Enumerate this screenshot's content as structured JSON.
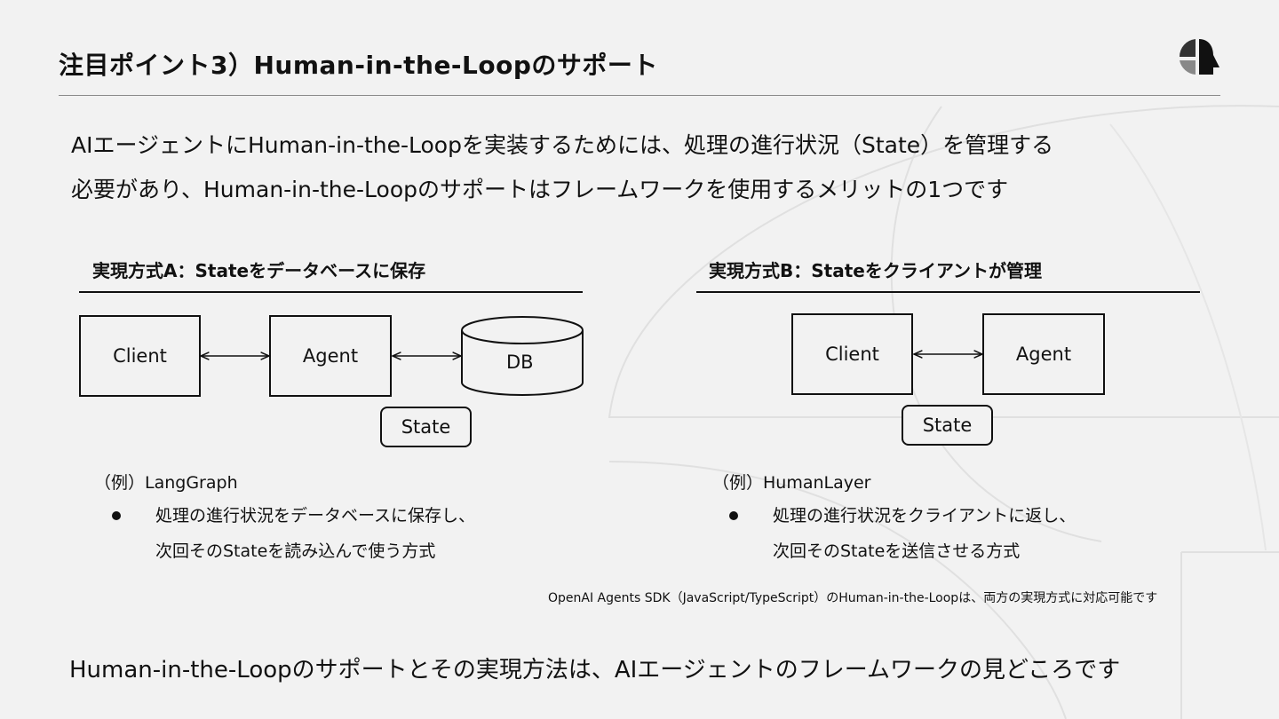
{
  "slide": {
    "title": "注目ポイント3）Human-in-the-Loopのサポート",
    "logo_icon": "brand-logo-icon",
    "lead_line1": "AIエージェントにHuman-in-the-Loopを実装するためには、処理の進行状況（State）を管理する",
    "lead_line2": "必要があり、Human-in-the-Loopのサポートはフレームワークを使用するメリットの1つです",
    "footnote": "OpenAI Agents SDK（JavaScript/TypeScript）のHuman-in-the-Loopは、両方の実現方式に対応可能です",
    "bottom_message": "Human-in-the-Loopのサポートとその実現方法は、AIエージェントのフレームワークの見どころです"
  },
  "method_a": {
    "heading": "実現方式A：Stateをデータベースに保存",
    "nodes": {
      "client": "Client",
      "agent": "Agent",
      "db": "DB",
      "state": "State"
    },
    "example": "（例）LangGraph",
    "bullet_line1": "処理の進行状況をデータベースに保存し、",
    "bullet_line2": "次回そのStateを読み込んで使う方式"
  },
  "method_b": {
    "heading": "実現方式B：Stateをクライアントが管理",
    "nodes": {
      "client": "Client",
      "agent": "Agent",
      "state": "State"
    },
    "example": "（例）HumanLayer",
    "bullet_line1": "処理の進行状況をクライアントに返し、",
    "bullet_line2": "次回そのStateを送信させる方式"
  },
  "colors": {
    "background": "#f2f2f2",
    "text": "#111111",
    "rule": "#8a8a8a",
    "decoration": "#e2e2e2"
  }
}
